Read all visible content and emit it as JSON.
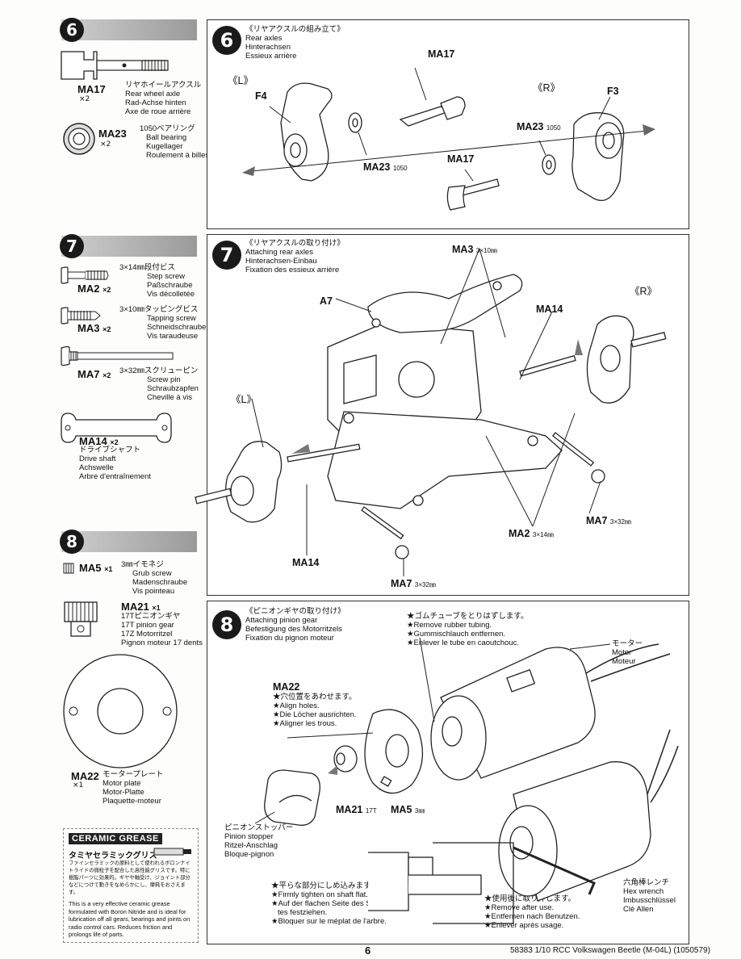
{
  "left": {
    "step6": {
      "num": "6",
      "ma17": {
        "code": "MA17",
        "qty": "×2",
        "jp": "リヤホイールアクスル",
        "en": "Rear wheel axle",
        "de": "Rad-Achse hinten",
        "fr": "Axe de roue arrière"
      },
      "ma23": {
        "code": "MA23",
        "qty": "×2",
        "jp": "1050ベアリング",
        "en": "Ball bearing",
        "de": "Kugellager",
        "fr": "Roulement à billes"
      }
    },
    "step7": {
      "num": "7",
      "ma2": {
        "code": "MA2",
        "qty": "×2",
        "jp": "3×14㎜段付ビス",
        "en": "Step screw",
        "de": "Paßschraube",
        "fr": "Vis décolletée"
      },
      "ma3": {
        "code": "MA3",
        "qty": "×2",
        "jp": "3×10㎜タッピングビス",
        "en": "Tapping screw",
        "de": "Schneidschraube",
        "fr": "Vis taraudeuse"
      },
      "ma7": {
        "code": "MA7",
        "qty": "×2",
        "jp": "3×32㎜スクリューピン",
        "en": "Screw pin",
        "de": "Schraubzapfen",
        "fr": "Cheville à vis"
      },
      "ma14": {
        "code": "MA14",
        "qty": "×2",
        "jp": "ドライブシャフト",
        "en": "Drive shaft",
        "de": "Achswelle",
        "fr": "Arbre d'entraînement"
      }
    },
    "step8": {
      "num": "8",
      "ma5": {
        "code": "MA5",
        "qty": "×1",
        "jp": "3㎜イモネジ",
        "en": "Grub screw",
        "de": "Madenschraube",
        "fr": "Vis pointeau"
      },
      "ma21": {
        "code": "MA21",
        "qty": "×1",
        "jp": "17Tピニオンギヤ",
        "en": "17T pinion gear",
        "de": "17Z Motorritzel",
        "fr": "Pignon moteur 17 dents"
      },
      "ma22": {
        "code": "MA22",
        "qty": "×1",
        "jp": "モータープレート",
        "en": "Motor plate",
        "de": "Motor-Platte",
        "fr": "Plaquette-moteur"
      }
    },
    "grease": {
      "logo": "CERAMIC GREASE",
      "jp_title": "タミヤセラミックグリス",
      "jp_body": "ファインセラミックの原料として使われるボロンナイトライドの微粒子を配合した高性能グリスです。特に樹脂パーツに効果的。ギヤや軸受け、ジョイント部分などにつけて動きをなめらかにし、摩耗をおさえます。",
      "en_body": "This is a very effective ceramic grease formulated with Boron Nitride and is ideal for lubrication off all gears, bearings and joints on radio control cars. Reduces friction and prolongs life of parts."
    }
  },
  "panel6": {
    "num": "6",
    "title_jp": "《リヤアクスルの組み立て》",
    "title_en": "Rear axles",
    "title_de": "Hinterachsen",
    "title_fr": "Essieux arrière",
    "lbl_left": "《L》",
    "lbl_right": "《R》",
    "f4": "F4",
    "f3": "F3",
    "ma17a": "MA17",
    "ma17b": "MA17",
    "ma23a": "MA23",
    "ma23a_sub": "1050",
    "ma23b": "MA23",
    "ma23b_sub": "1050"
  },
  "panel7": {
    "num": "7",
    "title_jp": "《リヤアクスルの取り付け》",
    "title_en": "Attaching rear axles",
    "title_de": "Hinterachsen-Einbau",
    "title_fr": "Fixation des essieux arrière",
    "ma3": "MA3",
    "ma3_sub": "3×10㎜",
    "a7": "A7",
    "r": "《R》",
    "l": "《L》",
    "ma14a": "MA14",
    "ma14b": "MA14",
    "ma7a": "MA7",
    "ma7a_sub": "3×32㎜",
    "ma7b": "MA7",
    "ma7b_sub": "3×32㎜",
    "ma2": "MA2",
    "ma2_sub": "3×14㎜"
  },
  "panel8": {
    "num": "8",
    "title_jp": "《ピニオンギヤの取り付け》",
    "title_en": "Attaching pinion gear",
    "title_de": "Befestigung des Motorritzels",
    "title_fr": "Fixation du pignon moteur",
    "tube_jp": "★ゴムチューブをとりはずします。",
    "tube_en": "★Remove rubber tubing.",
    "tube_de": "★Gummischlauch entfernen.",
    "tube_fr": "★Enlever le tube en caoutchouc.",
    "motor_jp": "モーター",
    "motor_en": "Motor",
    "motor_fr": "Moteur",
    "ma22": "MA22",
    "align_jp": "★穴位置をあわせます。",
    "align_en": "★Align holes.",
    "align_de": "★Die Löcher ausrichten.",
    "align_fr": "★Aligner les trous.",
    "ma21": "MA21",
    "ma21_sub": "17T",
    "ma5": "MA5",
    "ma5_sub": "3㎜",
    "stopper_jp": "ピニオンストッパー",
    "stopper_en": "Pinion stopper",
    "stopper_de": "Ritzel-Anschlag",
    "stopper_fr": "Bloque-pignon",
    "flat_jp": "★平らな部分にしめ込みます。",
    "flat_en": "★Firmly tighten on shaft flat.",
    "flat_de1": "★Auf der flachen Seite des Schaf-",
    "flat_de2": "tes festziehen.",
    "flat_fr": "★Bloquer sur le méplat de l'arbre.",
    "hex_jp": "六角棒レンチ",
    "hex_en": "Hex wrench",
    "hex_de": "Imbusschlüssel",
    "hex_fr": "Clé Allen",
    "remove_jp": "★使用後に取り外します。",
    "remove_en": "★Remove after use.",
    "remove_de": "★Entfernen nach Benutzen.",
    "remove_fr": "★Enlever après usage."
  },
  "footer": {
    "page": "6",
    "ref": "58383 1/10 RCC Volkswagen Beetle (M-04L) (1050579)"
  }
}
